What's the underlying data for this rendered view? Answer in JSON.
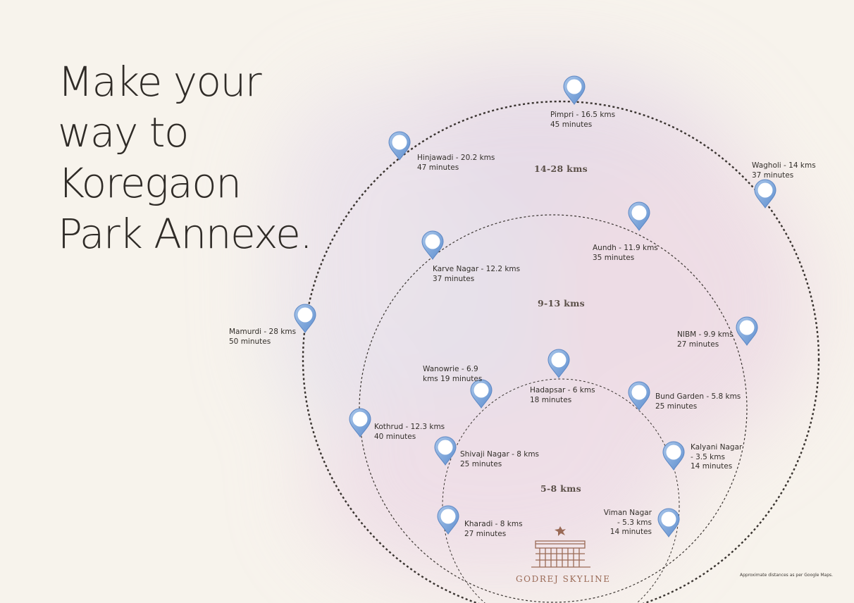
{
  "headline": [
    "Make your",
    "way to",
    "Koregaon",
    "Park Annexe."
  ],
  "bands": {
    "outer": "14-28 kms",
    "middle": "9-13 kms",
    "inner": "5-8 kms"
  },
  "locations": [
    {
      "id": "pimpri",
      "line1": "Pimpri - 16.5 kms",
      "line2": "45 minutes"
    },
    {
      "id": "hinjawadi",
      "line1": "Hinjawadi - 20.2 kms",
      "line2": "47 minutes"
    },
    {
      "id": "wagholi",
      "line1": "Wagholi - 14 kms",
      "line2": "37 minutes"
    },
    {
      "id": "aundh",
      "line1": "Aundh - 11.9 kms",
      "line2": "35 minutes"
    },
    {
      "id": "karve-nagar",
      "line1": "Karve Nagar - 12.2 kms",
      "line2": "37 minutes"
    },
    {
      "id": "mamurdi",
      "line1": "Mamurdi - 28 kms",
      "line2": "50 minutes"
    },
    {
      "id": "nibm",
      "line1": "NIBM - 9.9 kms",
      "line2": "27 minutes"
    },
    {
      "id": "wanowrie",
      "line1": "Wanowrie - 6.9",
      "line2": "kms 19 minutes"
    },
    {
      "id": "hadapsar",
      "line1": "Hadapsar - 6 kms",
      "line2": "18 minutes"
    },
    {
      "id": "bund-garden",
      "line1": "Bund Garden - 5.8 kms",
      "line2": "25 minutes"
    },
    {
      "id": "kothrud",
      "line1": "Kothrud - 12.3 kms",
      "line2": "40 minutes"
    },
    {
      "id": "shivaji-nagar",
      "line1": "Shivaji Nagar - 8 kms",
      "line2": "25 minutes"
    },
    {
      "id": "kalyani-nagar",
      "line1": "Kalyani Nagar",
      "line2": "- 3.5 kms",
      "line3": "14 minutes"
    },
    {
      "id": "kharadi",
      "line1": "Kharadi - 8 kms",
      "line2": "27 minutes"
    },
    {
      "id": "viman-nagar",
      "line1": "Viman Nagar",
      "line2": "- 5.3 kms",
      "line3": "14 minutes"
    }
  ],
  "brand": "GODREJ SKYLINE",
  "disclaimer": "Approximate distances as per Google Maps.",
  "colors": {
    "background": "#f7f3ec",
    "pin": "#7fa6d8",
    "ring": "#3a3430",
    "brand": "#9a6a56"
  },
  "icons": {
    "pin": "map-pin-icon",
    "brand": "godrej-skyline-logo"
  }
}
